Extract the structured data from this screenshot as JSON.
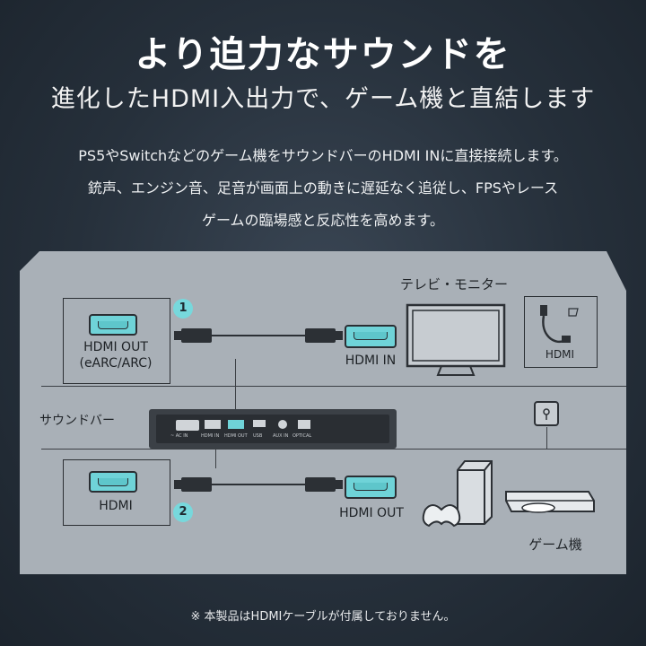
{
  "header": {
    "title": "より迫力なサウンドを",
    "subtitle": "進化したHDMI入出力で、ゲーム機と直結します"
  },
  "description": [
    "PS5やSwitchなどのゲーム機をサウンドバーのHDMI INに直接接続します。",
    "銃声、エンジン音、足音が画面上の動きに遅延なく追従し、FPSやレース",
    "ゲームの臨場感と反応性を高めます。"
  ],
  "diagram": {
    "tv_label": "テレビ・モニター",
    "tv_port_out": "HDMI OUT\n(eARC/ARC)",
    "tv_port_out_line1": "HDMI OUT",
    "tv_port_out_line2": "(eARC/ARC)",
    "tv_port_in": "HDMI IN",
    "cable_icon_label": "HDMI",
    "soundbar_label": "サウンドバー",
    "soundbar_ports": [
      "~ AC IN",
      "HDMI IN",
      "HDMI OUT",
      "USB",
      "AUX IN",
      "OPTICAL"
    ],
    "game_port": "HDMI",
    "game_port_out": "HDMI OUT",
    "game_label": "ゲーム機",
    "step1": "1",
    "step2": "2"
  },
  "footnote": "※ 本製品はHDMIケーブルが付属しておりません。",
  "colors": {
    "accent": "#77d8dc",
    "panel": "#a9b0b7",
    "background": "#26303b"
  }
}
